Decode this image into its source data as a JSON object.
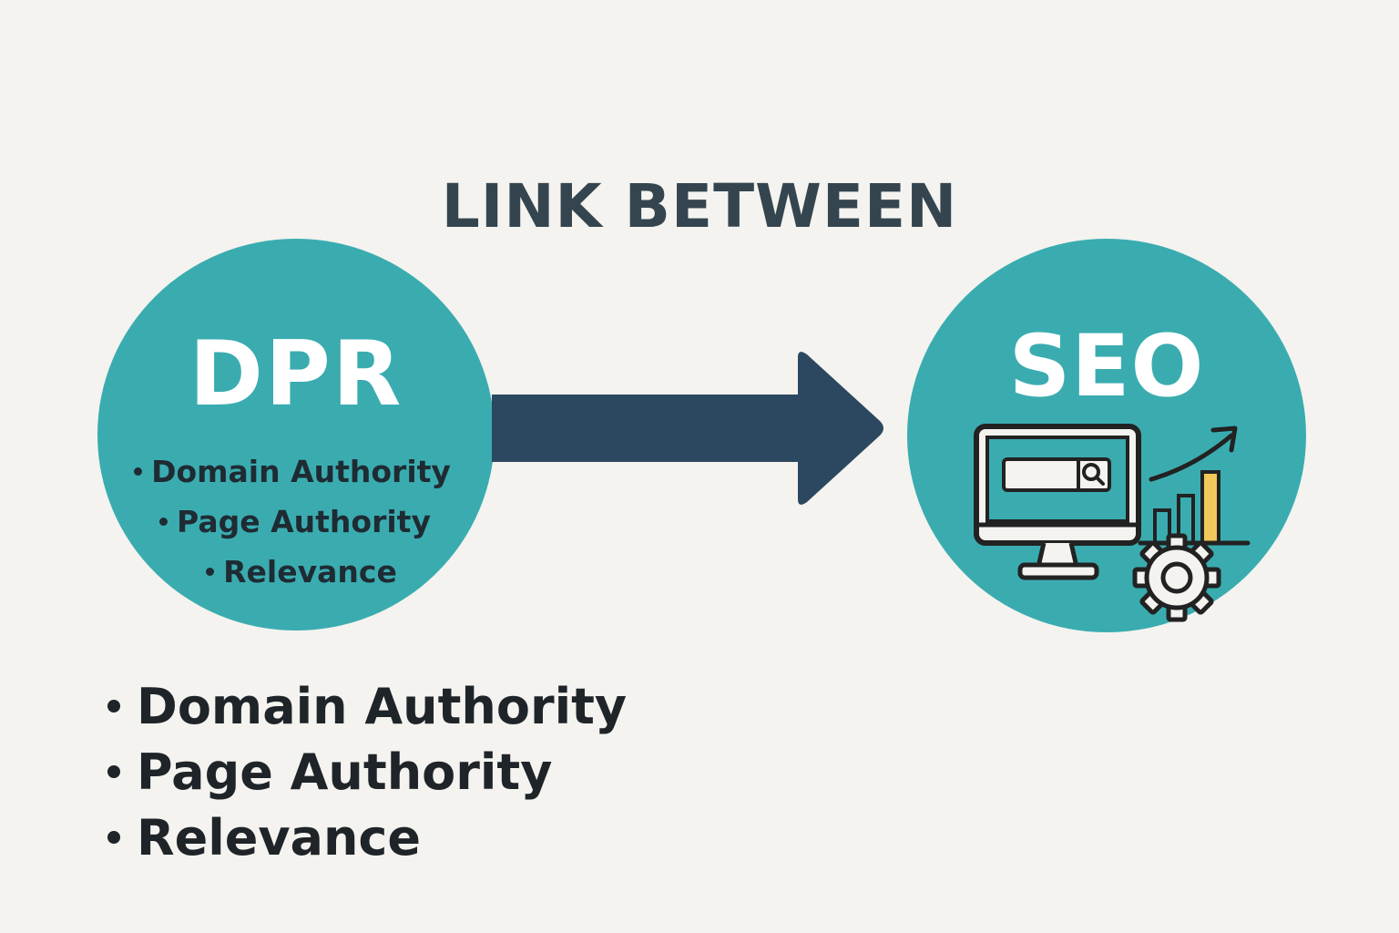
{
  "title": "LINK BETWEEN",
  "colors": {
    "background": "#f4f3ef",
    "circle": "#3aacb0",
    "arrow": "#2c4860",
    "title": "#34454f",
    "text_dark": "#1f2b33",
    "chart_bar_highlight": "#f0c95a"
  },
  "left_node": {
    "title": "DPR",
    "items": [
      "Domain Authority",
      "Page Authority",
      "Relevance"
    ]
  },
  "right_node": {
    "title": "SEO",
    "icons": [
      "monitor-icon",
      "search-bar-icon",
      "magnifier-icon",
      "bar-chart-icon",
      "trend-arrow-icon",
      "gear-icon"
    ]
  },
  "connector": {
    "icon": "arrow-right-icon"
  },
  "bottom_list": {
    "items": [
      "Domain Authority",
      "Page Authority",
      "Relevance"
    ]
  }
}
